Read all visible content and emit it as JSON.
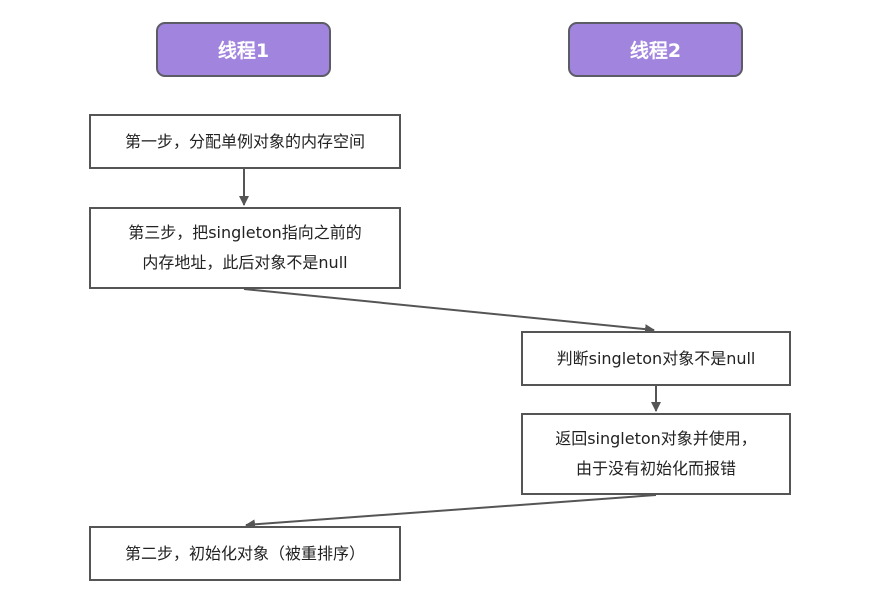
{
  "diagram": {
    "threads": {
      "t1": "线程1",
      "t2": "线程2"
    },
    "steps": {
      "s1": "第一步，分配单例对象的内存空间",
      "s3_line1": "第三步，把singleton指向之前的",
      "s3_line2": "内存地址，此后对象不是null",
      "check": "判断singleton对象不是null",
      "ret_line1": "返回singleton对象并使用，",
      "ret_line2": "由于没有初始化而报错",
      "s2": "第二步，初始化对象（被重排序）"
    },
    "colors": {
      "header_fill": "#a084de",
      "header_border": "#5c5c66",
      "box_border": "#555555",
      "arrow": "#555555"
    }
  }
}
